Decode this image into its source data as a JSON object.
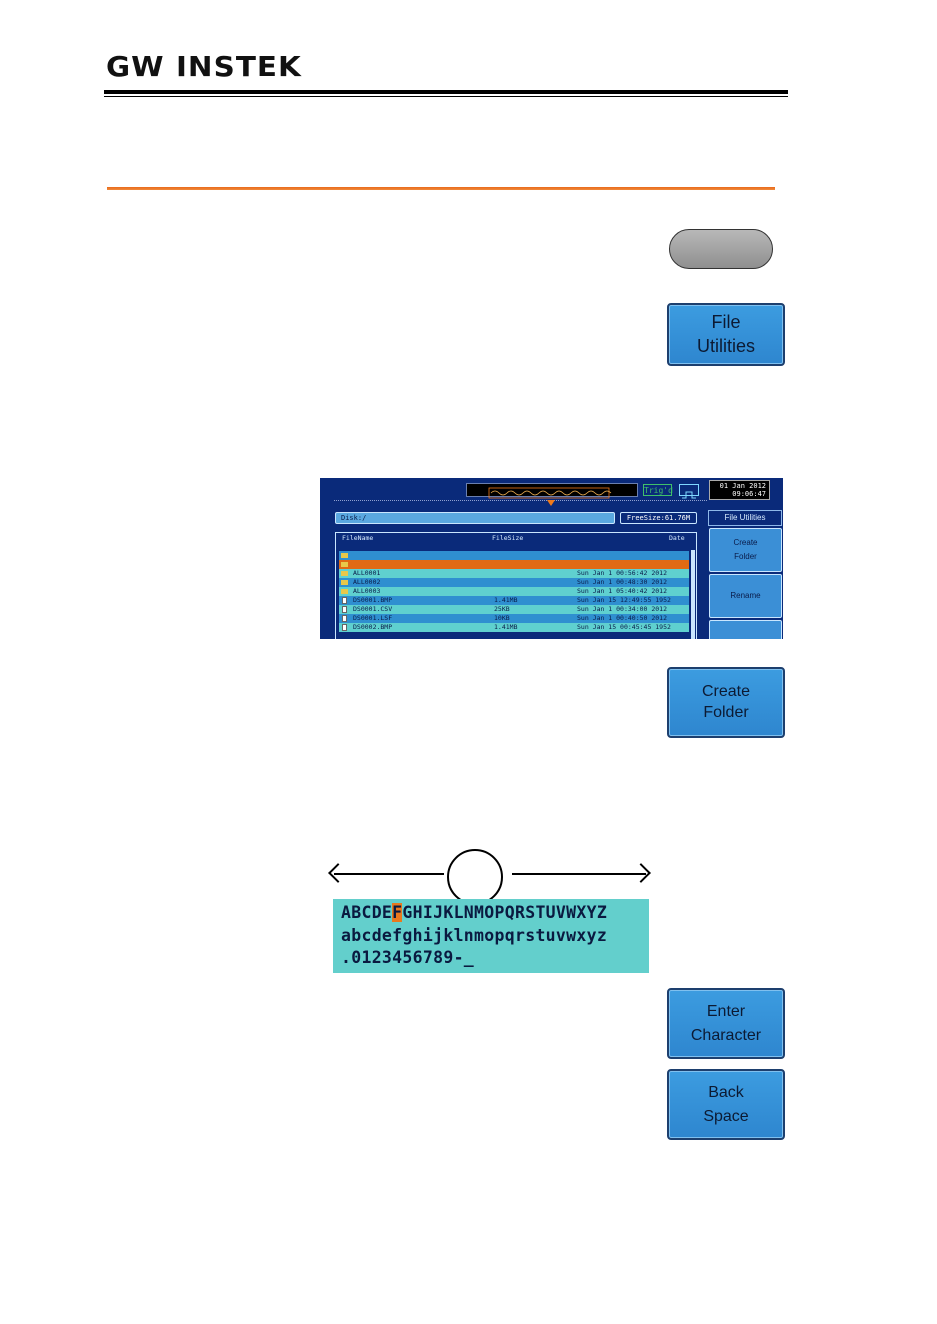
{
  "header": {
    "logo": "GW INSTEK"
  },
  "softkeys": {
    "file_utilities": [
      "File",
      "Utilities"
    ],
    "create_folder": [
      "Create",
      "Folder"
    ],
    "enter_character": [
      "Enter",
      "Character"
    ],
    "back_space": [
      "Back",
      "Space"
    ]
  },
  "scope": {
    "trigger": "Trig'd",
    "date": "01 Jan 2012",
    "time": "09:06:47",
    "path": "Disk:/",
    "free_size": "FreeSize:61.76M",
    "panel_title": "File Utilities",
    "side_buttons": {
      "create_folder": [
        "Create",
        "Folder"
      ],
      "rename": "Rename"
    },
    "columns": {
      "name": "FileName",
      "size": "FileSize",
      "date": "Date"
    },
    "files": [
      {
        "name": "",
        "size": "",
        "date": "",
        "type": "folder"
      },
      {
        "name": "",
        "size": "",
        "date": "",
        "type": "folder"
      },
      {
        "name": "ALL0001",
        "size": "",
        "date": "Sun Jan  1 00:56:42 2012",
        "type": "folder"
      },
      {
        "name": "ALL0002",
        "size": "",
        "date": "Sun Jan  1 00:48:30 2012",
        "type": "folder"
      },
      {
        "name": "ALL0003",
        "size": "",
        "date": "Sun Jan  1 05:40:42 2012",
        "type": "folder"
      },
      {
        "name": "DS0001.BMP",
        "size": "1.41MB",
        "date": "Sun Jan 15 12:49:55 1952",
        "type": "file"
      },
      {
        "name": "DS0001.CSV",
        "size": "25KB",
        "date": "Sun Jan  1 00:34:00 2012",
        "type": "file"
      },
      {
        "name": "DS0001.LSF",
        "size": "10KB",
        "date": "Sun Jan  1 00:40:50 2012",
        "type": "file"
      },
      {
        "name": "DS0002.BMP",
        "size": "1.41MB",
        "date": "Sun Jan 15 00:45:45 1952",
        "type": "file"
      }
    ]
  },
  "charset": {
    "upper_before": "ABCDE",
    "selected": "F",
    "upper_after": "GHIJKLNMOPQRSTUVWXYZ",
    "lower": "abcdefghijklnmopqrstuvwxyz",
    "symbols": ".0123456789-_"
  },
  "colors": {
    "softkey_blue": "#2e86cf",
    "accent_orange": "#e96a1a",
    "charset_bg": "#63cfcc",
    "scope_bg": "#0a2a7a"
  }
}
